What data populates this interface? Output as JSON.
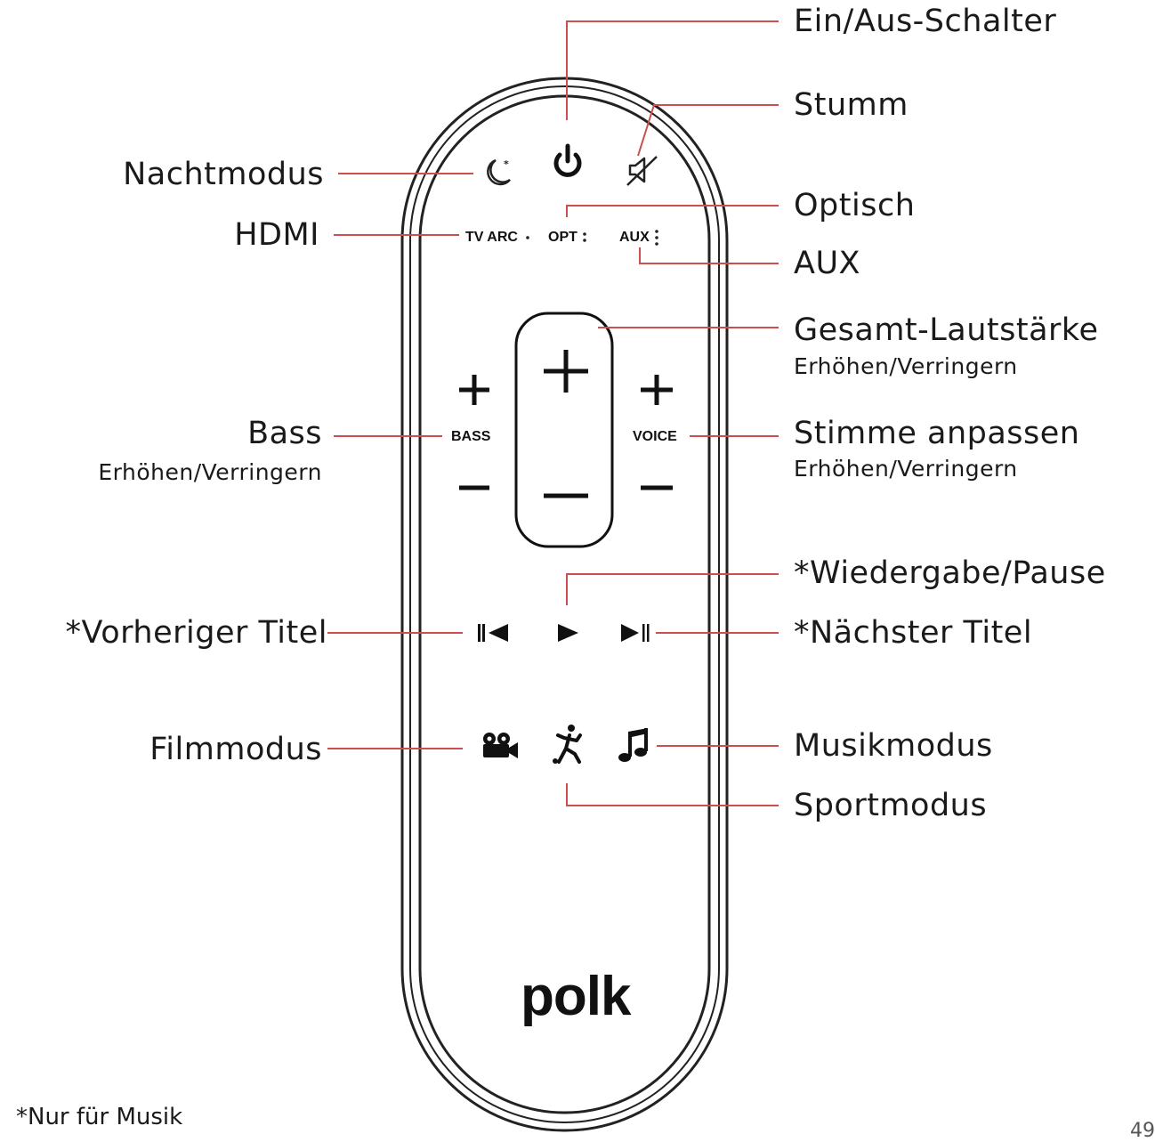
{
  "accent_color": "#c8504f",
  "labels": {
    "power": "Ein/Aus-Schalter",
    "mute": "Stumm",
    "night": "Nachtmodus",
    "optical": "Optisch",
    "hdmi": "HDMI",
    "aux": "AUX",
    "volume": "Gesamt-Lautstärke",
    "volume_sub": "Erhöhen/Verringern",
    "bass": "Bass",
    "bass_sub": "Erhöhen/Verringern",
    "voice": "Stimme anpassen",
    "voice_sub": "Erhöhen/Verringern",
    "play": "*Wiedergabe/Pause",
    "prev": "*Vorheriger Titel",
    "next": "*Nächster Titel",
    "movie": "Filmmodus",
    "music": "Musikmodus",
    "sport": "Sportmodus"
  },
  "remote": {
    "tv_arc": "TV ARC",
    "opt": "OPT",
    "aux": "AUX",
    "bass": "BASS",
    "voice": "VOICE",
    "logo": "polk",
    "icons": [
      "power-icon",
      "mute-icon",
      "moon-icon",
      "play-icon",
      "previous-track-icon",
      "next-track-icon",
      "movie-camera-icon",
      "sport-icon",
      "music-note-icon",
      "plus-icon",
      "minus-icon"
    ]
  },
  "footnote": "*Nur für Musik",
  "page_number": "49"
}
